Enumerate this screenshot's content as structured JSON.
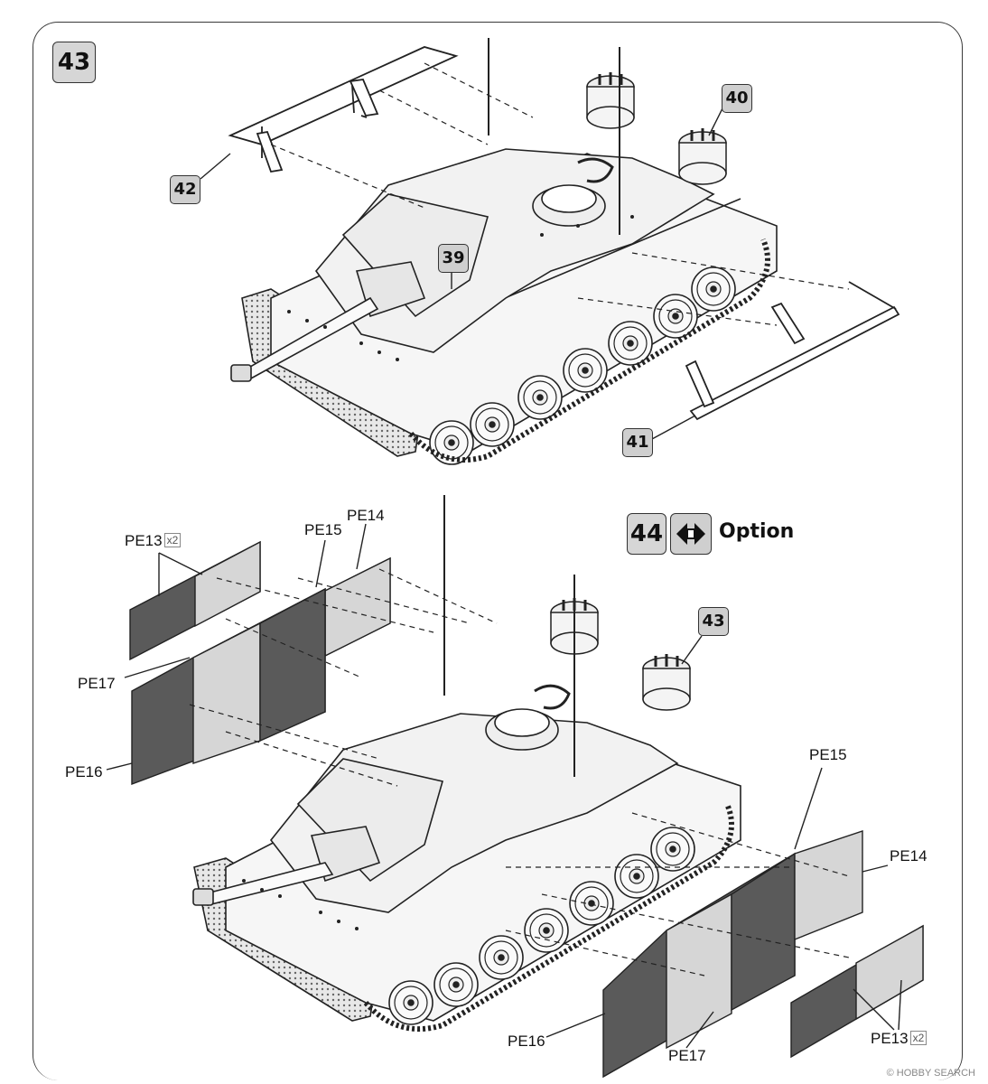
{
  "step43": {
    "number": "43",
    "callouts": {
      "c42": "42",
      "c40": "40",
      "c39": "39",
      "c41": "41"
    }
  },
  "step44": {
    "number": "44",
    "option_label": "Option",
    "callout43": "43",
    "left_parts": {
      "pe13": "PE13",
      "pe13_qty": "x2",
      "pe15": "PE15",
      "pe14": "PE14",
      "pe17": "PE17",
      "pe16": "PE16"
    },
    "right_parts": {
      "pe15": "PE15",
      "pe14": "PE14",
      "pe16": "PE16",
      "pe17": "PE17",
      "pe13": "PE13",
      "pe13_qty": "x2"
    }
  },
  "watermark": "© HOBBY SEARCH",
  "icons": [
    "option-arrows-icon"
  ],
  "colors": {
    "plate_dark": "#5a5a5a",
    "plate_light": "#d4d4d4",
    "badge_fill": "#d0d0d0",
    "line": "#2a2a2a"
  }
}
